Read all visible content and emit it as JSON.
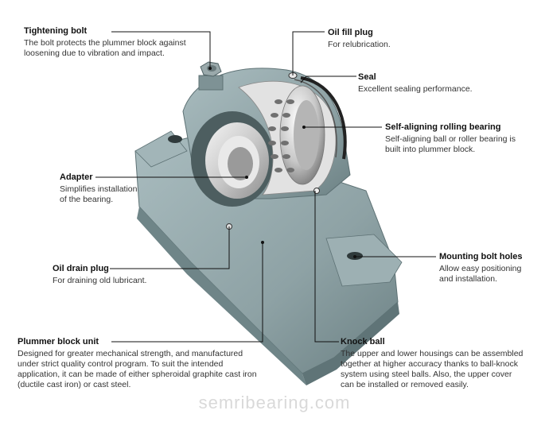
{
  "labels": {
    "tightening_bolt": {
      "title": "Tightening bolt",
      "desc": "The bolt protects the plummer block against\nloosening due to vibration and impact."
    },
    "oil_fill_plug": {
      "title": "Oil fill plug",
      "desc": "For relubrication."
    },
    "seal": {
      "title": "Seal",
      "desc": "Excellent sealing performance."
    },
    "self_aligning": {
      "title": "Self-aligning rolling bearing",
      "desc": "Self-aligning ball or roller bearing is\nbuilt into plummer block."
    },
    "adapter": {
      "title": "Adapter",
      "desc": "Simplifies installation\nof the bearing."
    },
    "mounting_holes": {
      "title": "Mounting bolt holes",
      "desc": "Allow easy positioning\nand installation."
    },
    "oil_drain": {
      "title": "Oil drain plug",
      "desc": "For draining old lubricant."
    },
    "plummer_block": {
      "title": "Plummer block unit",
      "desc": "Designed for greater mechanical strength, and manufactured\nunder strict quality control program. To suit the intended\napplication, it can be made of either spheroidal graphite cast iron\n(ductile cast iron) or cast steel."
    },
    "knock_ball": {
      "title": "Knock ball",
      "desc": "The upper and lower housings can be assembled\ntogether at higher accuracy thanks to ball-knock\nsystem using steel balls. Also, the upper cover\ncan be installed or removed easily."
    }
  },
  "watermark": "semribearing.com",
  "colors": {
    "housing": "#8fa3a6",
    "housing_dark": "#6f8588",
    "steel": "#d8d8d8",
    "leader": "#111111"
  }
}
